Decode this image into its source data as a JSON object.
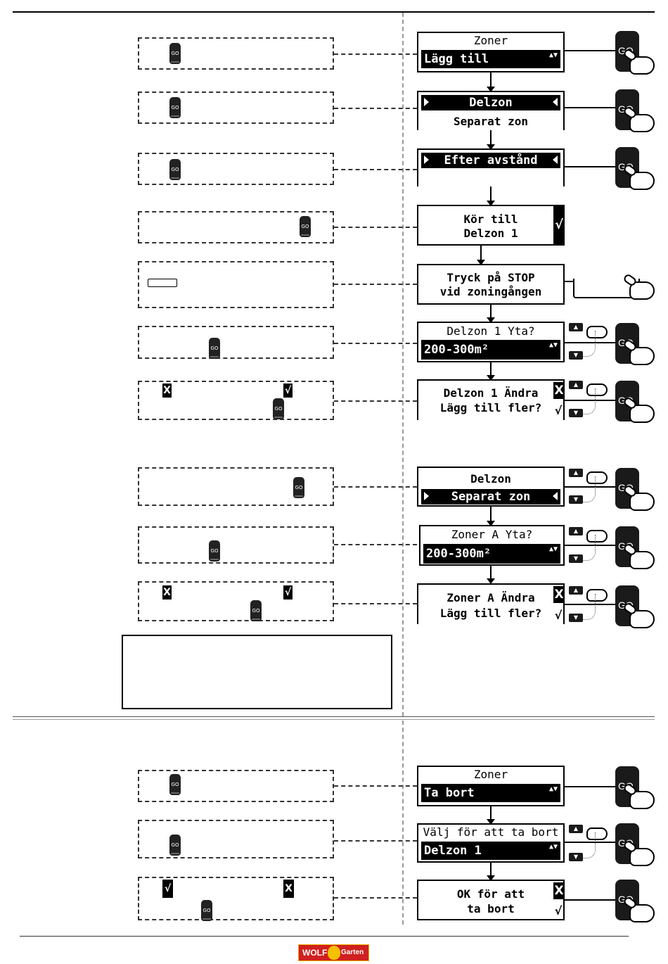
{
  "go_label": "GO",
  "section_add": {
    "screens": [
      {
        "title": "Zoner",
        "selected": "Lägg till",
        "arrows": "▲▼"
      },
      {
        "selected": "Delzon",
        "line2": "Separat zon"
      },
      {
        "selected": "Efter avstånd"
      },
      {
        "line1": "Kör till",
        "line2": "Delzon 1",
        "side": "√"
      },
      {
        "line1": "Tryck på STOP",
        "line2": "vid zoningången"
      },
      {
        "title": "Delzon 1 Yta?",
        "selected": "200-300m²",
        "arrows": "▲▼"
      },
      {
        "line1": "Delzon 1 Ändra",
        "line2": "Lägg till fler?",
        "side_x": "X",
        "side_check": "√"
      },
      {
        "selected_top": "Delzon",
        "selected": "Separat zon"
      },
      {
        "title": "Zoner A Yta?",
        "selected": "200-300m²",
        "arrows": "▲▼"
      },
      {
        "line1": "Zoner A Ändra",
        "line2": "Lägg till fler?",
        "side_x": "X",
        "side_check": "√"
      }
    ],
    "step_marks": {
      "x": "X",
      "check": "√"
    }
  },
  "section_remove": {
    "screens": [
      {
        "title": "Zoner",
        "selected": "Ta bort",
        "arrows": "▲▼"
      },
      {
        "title": "Välj för att ta bort",
        "selected": "Delzon 1",
        "arrows": "▲▼"
      },
      {
        "line1": "OK för att",
        "line2": "ta bort",
        "side_x": "X",
        "side_check": "√"
      }
    ]
  },
  "footer": {
    "logo_text_1": "WOLF",
    "logo_text_2": "Garten"
  }
}
